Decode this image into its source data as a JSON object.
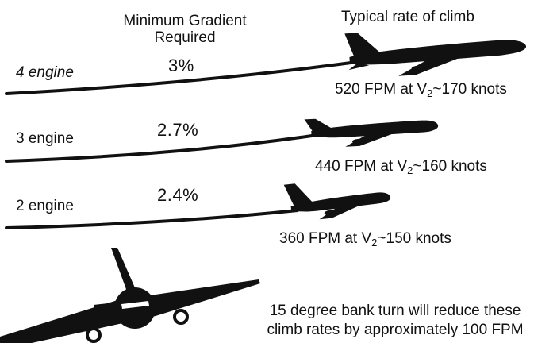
{
  "header": {
    "gradient_label_line1": "Minimum Gradient",
    "gradient_label_line2": "Required",
    "climb_label": "Typical rate of climb"
  },
  "rows": [
    {
      "engines_label": "4 engine",
      "gradient": "3%",
      "rate_prefix": "520 FPM at V",
      "rate_sub": "2",
      "rate_suffix": "~170 knots"
    },
    {
      "engines_label": "3 engine",
      "gradient": "2.7%",
      "rate_prefix": "440 FPM at V",
      "rate_sub": "2",
      "rate_suffix": "~160 knots"
    },
    {
      "engines_label": "2 engine",
      "gradient": "2.4%",
      "rate_prefix": "360 FPM at V",
      "rate_sub": "2",
      "rate_suffix": "~150 knots"
    }
  ],
  "bank_note": {
    "line1": "15 degree bank turn will reduce these",
    "line2": "climb rates by approximately 100 FPM"
  },
  "colors": {
    "ink": "#111111",
    "background": "#ffffff"
  },
  "icons": [
    "four-engine-jet-icon",
    "three-engine-jet-icon",
    "twin-engine-jet-icon",
    "banking-jet-front-icon"
  ]
}
